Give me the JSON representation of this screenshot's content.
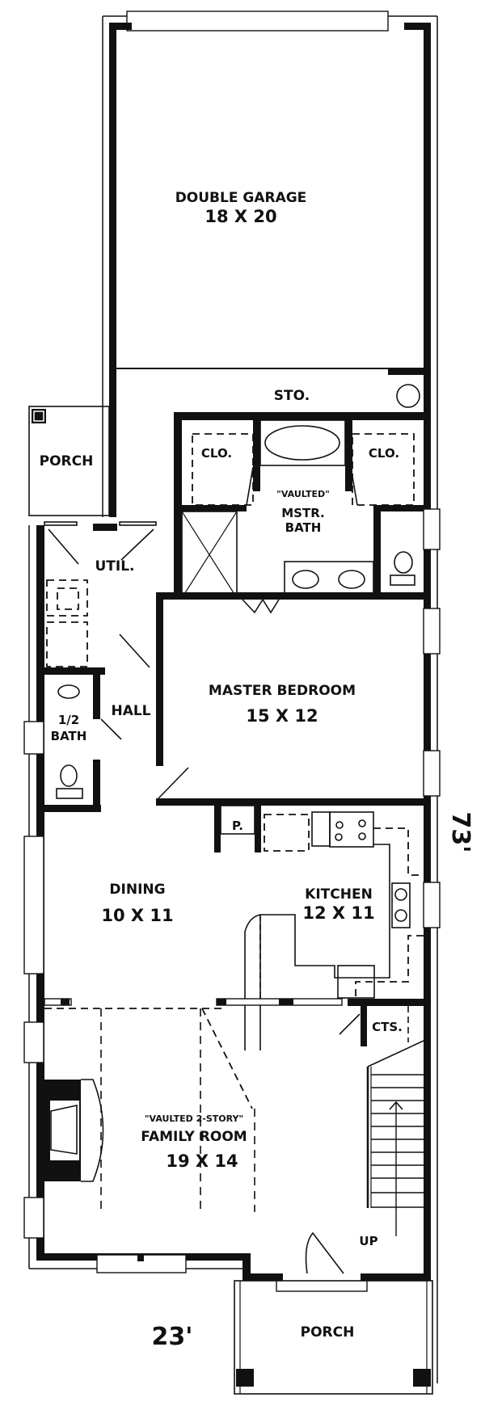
{
  "plan": {
    "rooms": {
      "garage": {
        "name": "DOUBLE GARAGE",
        "size": "18 X 20"
      },
      "storage": {
        "name": "STO."
      },
      "closet_left": {
        "name": "CLO."
      },
      "closet_right": {
        "name": "CLO."
      },
      "master_bath": {
        "note": "\"VAULTED\"",
        "name_line1": "MSTR.",
        "name_line2": "BATH"
      },
      "rear_porch": {
        "name": "PORCH"
      },
      "utility": {
        "name": "UTIL."
      },
      "hall": {
        "name": "HALL"
      },
      "half_bath": {
        "name_line1": "1/2",
        "name_line2": "BATH"
      },
      "master_bedroom": {
        "name": "MASTER BEDROOM",
        "size": "15 X 12"
      },
      "pantry": {
        "name": "P."
      },
      "dining": {
        "name": "DINING",
        "size": "10 X 11"
      },
      "kitchen": {
        "name": "KITCHEN",
        "size": "12 X 11"
      },
      "coats": {
        "name": "CTS."
      },
      "family_room": {
        "note": "\"VAULTED 2-STORY\"",
        "name": "FAMILY ROOM",
        "size": "19 X 14"
      },
      "stairs": {
        "direction": "UP"
      },
      "front_porch": {
        "name": "PORCH"
      }
    },
    "dimensions": {
      "depth": "73'",
      "width": "23'"
    },
    "colors": {
      "wall": "#111111",
      "background": "#ffffff"
    }
  }
}
